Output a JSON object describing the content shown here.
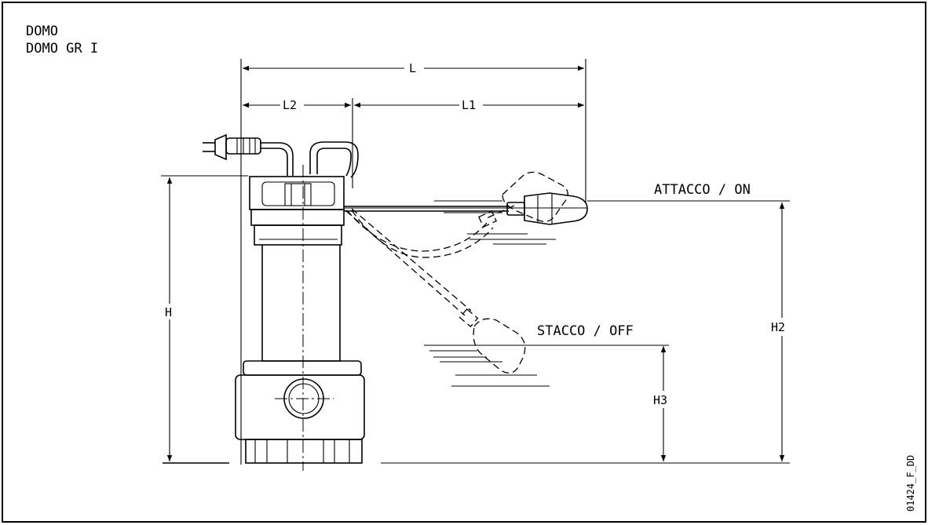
{
  "title": {
    "line1": "DOMO",
    "line2": "DOMO GR I"
  },
  "dimensions": {
    "L": "L",
    "L1": "L1",
    "L2": "L2",
    "H": "H",
    "H2": "H2",
    "H3": "H3"
  },
  "levels": {
    "on": "ATTACCO / ON",
    "off": "STACCO / OFF"
  },
  "drawing_code": "01424_F_DD"
}
